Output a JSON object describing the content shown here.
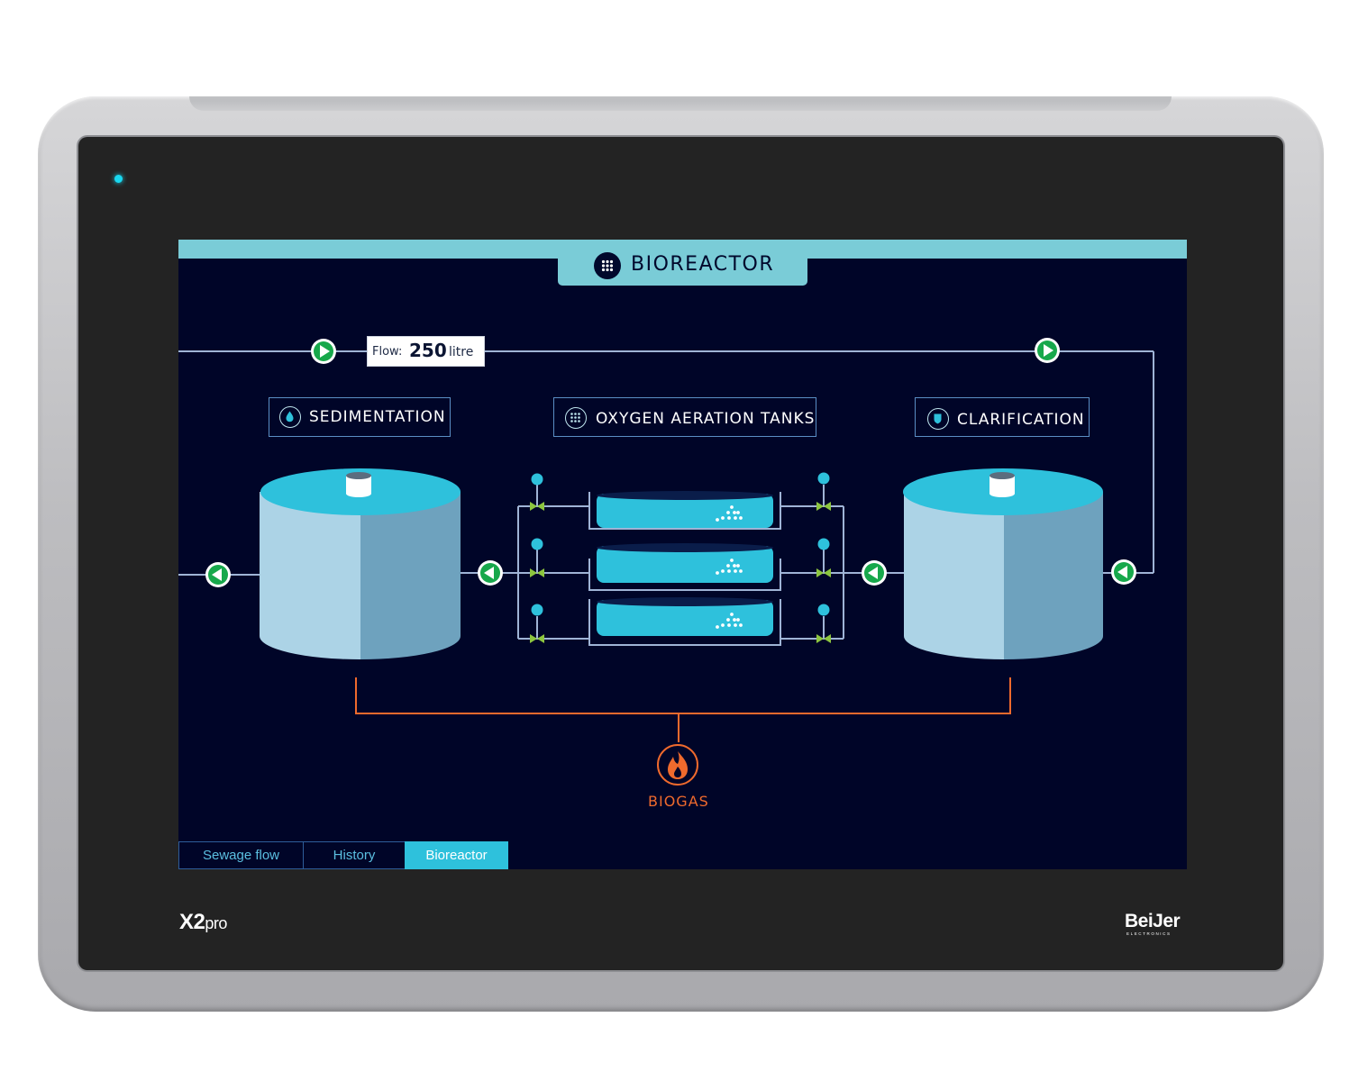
{
  "device": {
    "model": "X2",
    "model_suffix": "pro",
    "brand": "BeiJer",
    "brand_sub": "ELECTRONICS"
  },
  "screen": {
    "title": "BIOREACTOR",
    "title_icon": "grid-dots-icon",
    "flow": {
      "caption": "Flow:",
      "value": "250",
      "unit": "litre"
    },
    "sections": {
      "sedimentation": {
        "label": "SEDIMENTATION",
        "icon": "water-drop-icon"
      },
      "aeration": {
        "label": "OXYGEN AERATION TANKS",
        "icon": "grid-dots-icon"
      },
      "clarification": {
        "label": "CLARIFICATION",
        "icon": "shield-icon"
      }
    },
    "biogas": {
      "label": "BIOGAS",
      "icon": "flame-icon"
    },
    "colors": {
      "background": "#000528",
      "accent": "#7accd7",
      "pump_active": "#17a84b",
      "pipe": "#9fb4d6",
      "biogas": "#ef6a2d",
      "tank_light": "#acd3e6",
      "tank_dark": "#6ea2be",
      "tank_top": "#2ec1dc"
    }
  },
  "nav": {
    "tabs": [
      {
        "label": "Sewage flow",
        "active": false
      },
      {
        "label": "History",
        "active": false
      },
      {
        "label": "Bioreactor",
        "active": true
      }
    ]
  }
}
